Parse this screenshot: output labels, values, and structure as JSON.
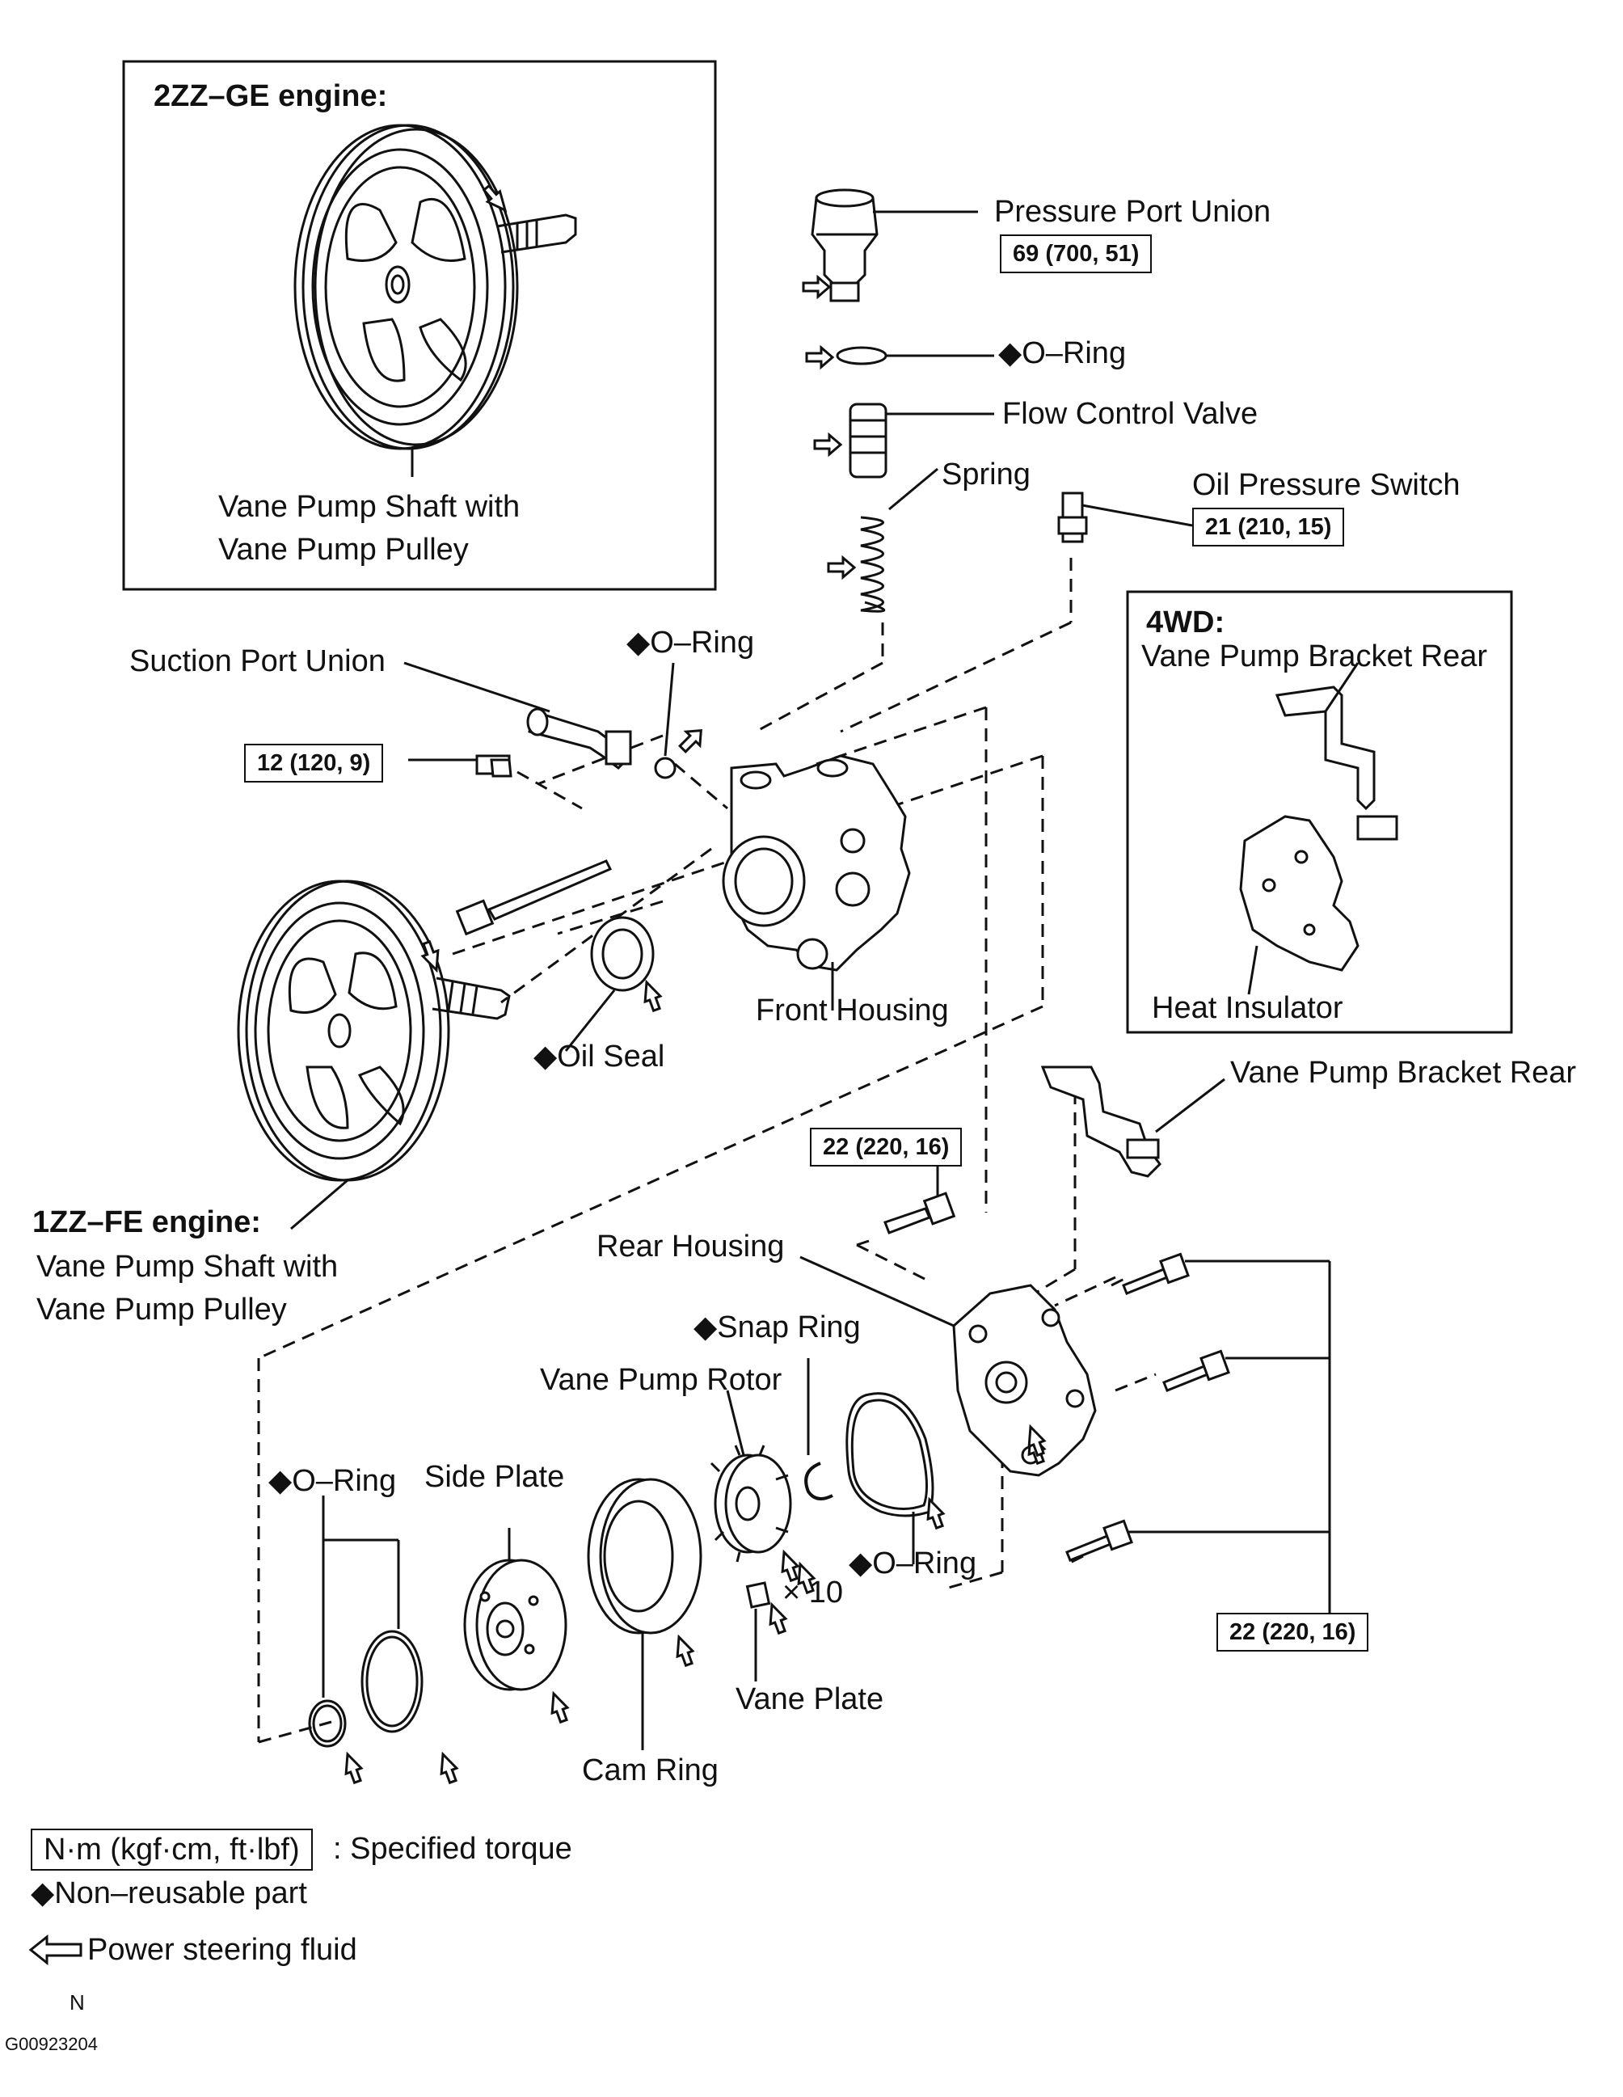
{
  "inset_2zz": {
    "title": "2ZZ–GE engine:",
    "label_line1": "Vane Pump Shaft with",
    "label_line2": "Vane Pump Pulley"
  },
  "inset_4wd": {
    "title": "4WD:",
    "bracket_label": "Vane Pump Bracket Rear",
    "insulator_label": "Heat Insulator"
  },
  "labels": {
    "pressure_port_union": "Pressure Port Union",
    "o_ring_top": "O–Ring",
    "flow_control_valve": "Flow Control Valve",
    "spring": "Spring",
    "oil_pressure_switch": "Oil Pressure Switch",
    "o_ring_suction": "O–Ring",
    "suction_port_union": "Suction Port Union",
    "front_housing": "Front Housing",
    "oil_seal": "Oil Seal",
    "engine_1zz_title": "1ZZ–FE engine:",
    "engine_1zz_line1": "Vane Pump Shaft with",
    "engine_1zz_line2": "Vane Pump Pulley",
    "vane_pump_bracket_rear": "Vane Pump Bracket Rear",
    "rear_housing": "Rear Housing",
    "snap_ring": "Snap Ring",
    "vane_pump_rotor": "Vane Pump Rotor",
    "o_ring_left": "O–Ring",
    "side_plate": "Side Plate",
    "o_ring_rear": "O–Ring",
    "times_ten": "× 10",
    "vane_plate": "Vane Plate",
    "cam_ring": "Cam Ring"
  },
  "torques": {
    "pressure_port_union": "69 (700, 51)",
    "oil_pressure_switch": "21 (210, 15)",
    "suction_bolt": "12 (120, 9)",
    "bracket_bolt": "22 (220, 16)",
    "rear_housing_bolts": "22 (220, 16)"
  },
  "legend": {
    "torque_unit": "N·m (kgf·cm, ft·lbf)",
    "torque_desc": ": Specified torque",
    "non_reusable": "Non–reusable part",
    "fluid": "Power steering fluid"
  },
  "footer": {
    "orientation_mark": "N",
    "figure_id": "G00923204"
  },
  "symbols": {
    "diamond": "◆",
    "fluid_arrow": "⇦"
  }
}
